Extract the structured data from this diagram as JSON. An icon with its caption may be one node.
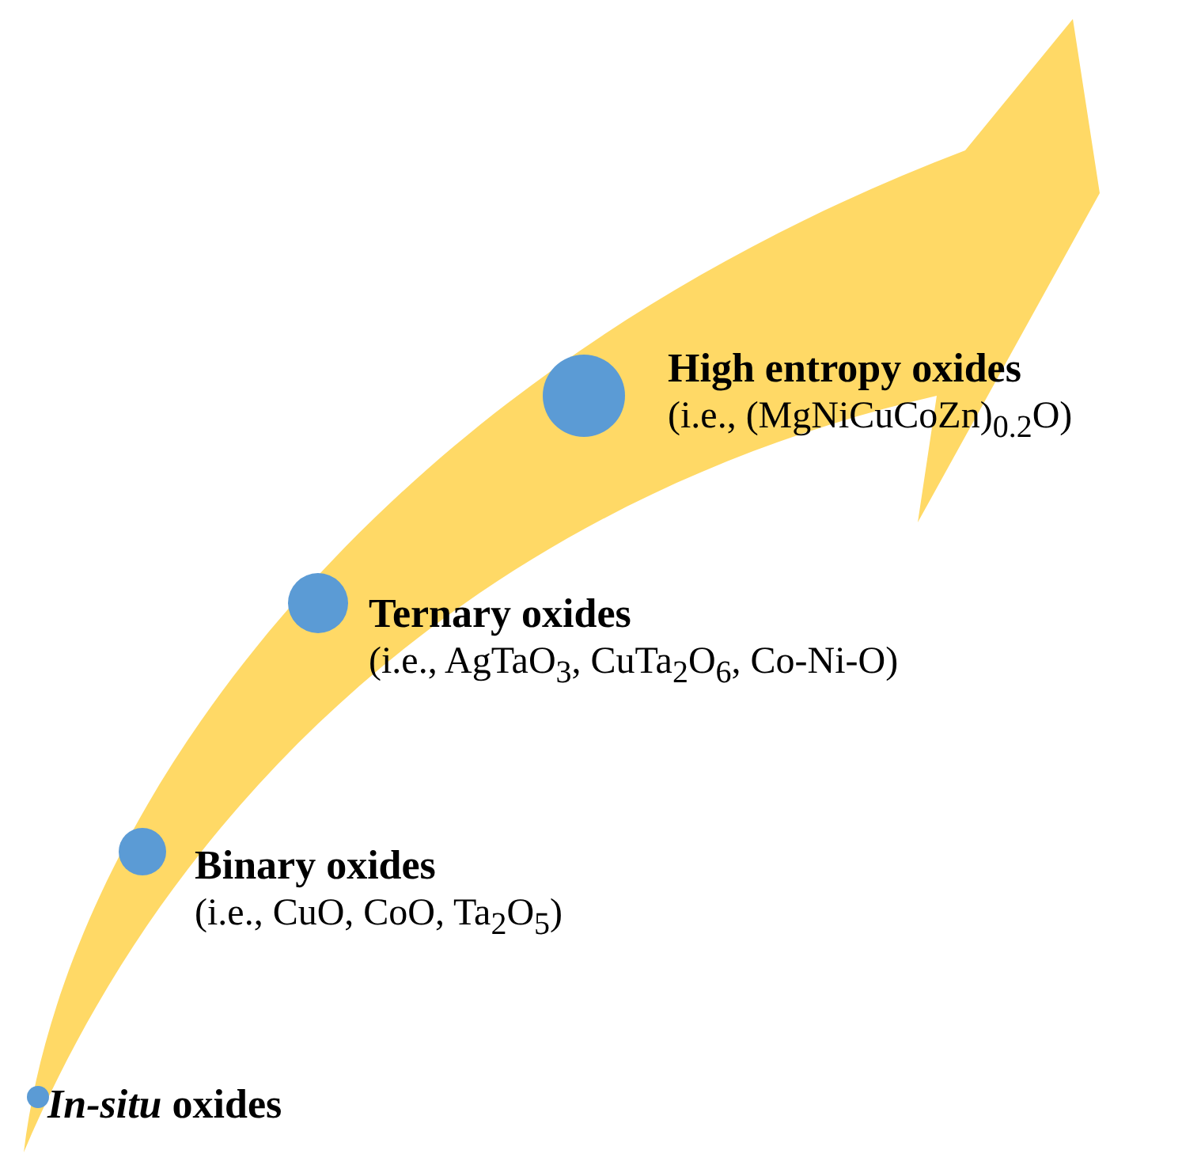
{
  "diagram": {
    "nodes": [
      {
        "text": [
          "High entropy oxides",
          "(i.e., (MgNiCuCoZn)$_{0.2}$O)"
        ]
      },
      {
        "text": [
          "Ternary oxides",
          "(i.e., AgTaO$_{3}$, CuTa$_{2}$O$_{6}$, Co-Ni-O)"
        ]
      },
      {
        "text": [
          "Binary oxides",
          "(i.e., CuO, CoO, Ta$_{2}$O$_{5}$)"
        ]
      },
      {
        "text": [
          "*In-situ* oxides"
        ]
      }
    ]
  }
}
